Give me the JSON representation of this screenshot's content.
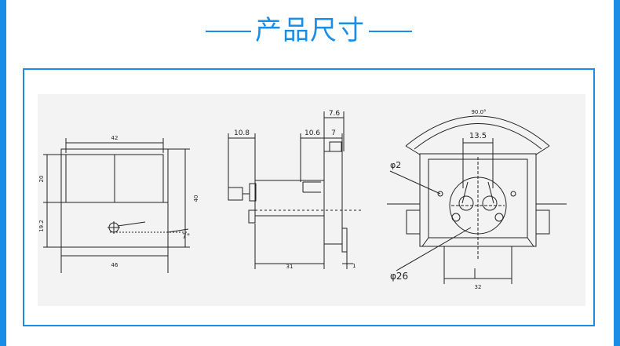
{
  "header": {
    "title": "产品尺寸"
  },
  "front_view": {
    "width": "42",
    "top_height": "20",
    "bottom_height": "19.2",
    "total_height": "40",
    "base_width": "46",
    "angle": "7°"
  },
  "side_view": {
    "terminal": "10.8",
    "depth": "31",
    "plate": "10.6",
    "panel": "7",
    "bezel": "7.6",
    "thickness": "1"
  },
  "rear_view": {
    "arc": "90.0°",
    "pitch": "13.5",
    "hole": "φ2",
    "cutout": "φ26",
    "width": "32"
  },
  "colors": {
    "accent": "#1a8ee6",
    "line": "#222222",
    "panel_bg": "#f3f3f3"
  }
}
